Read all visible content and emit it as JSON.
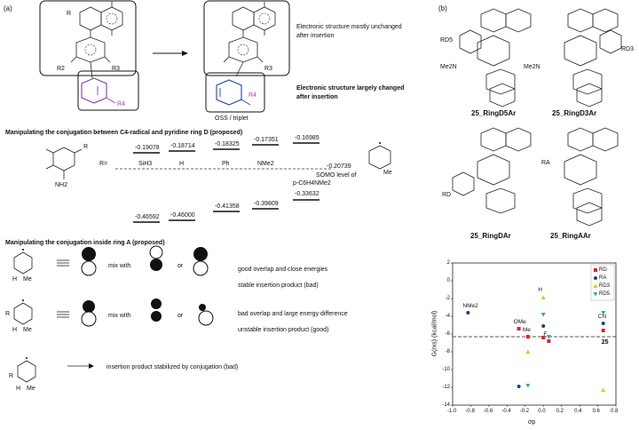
{
  "panel_a": {
    "label": "(a)",
    "note1": "Electronic structure mostly unchanged after insertion",
    "note1_l1": "Electronic structure mostly unchanged",
    "note1_l2": "after insertion",
    "note2_l1": "Electronic structure largely changed",
    "note2_l2": "after insertion",
    "oss": "OSS / triplet",
    "R": "R",
    "R2": "R2",
    "R3": "R3",
    "R4": "R4",
    "section1": "Manipulating the conjugation between C4-radical and pyridine ring D (proposed)",
    "section2": "Manipulating the conjugation inside ring A (proposed)",
    "r_label": "R=",
    "substituents": [
      "SiH3",
      "H",
      "Ph",
      "NMe2",
      "p-C6H4NMe2"
    ],
    "somo_top": [
      "-0.19078",
      "-0.18714",
      "-0.18325",
      "-0.17351",
      "-0.16985"
    ],
    "somo_bottom": [
      "-0.46592",
      "-0.46000",
      "-0.41358",
      "-0.39809",
      "-0.33632"
    ],
    "somo_ref": "-0.20739",
    "somo_ref_label": "SOMO level of",
    "nh2": "NH2",
    "mix_with": "mix with",
    "or": "or",
    "good_overlap": "good overlap and close energies",
    "stable": "stable insertion product (bad)",
    "bad_overlap": "bad overlap and large energy difference",
    "unstable": "unstable insertion product (good)",
    "stabilized": "insertion product stabilized by conjugation (bad)",
    "H": "H",
    "Me": "Me",
    "R_sub": "R"
  },
  "panel_b": {
    "label": "(b)",
    "molecules": [
      "25_RingD5Ar",
      "25_RingD3Ar",
      "25_RingDAr",
      "25_RingAAr"
    ],
    "labels": {
      "RD5": "RD5",
      "RD3": "RD3",
      "RD": "RD",
      "RA": "RA",
      "Me2N": "Me2N",
      "Me": "Me"
    }
  },
  "chart_data": {
    "type": "scatter",
    "xlabel": "σp",
    "ylabel": "G(rxs) (kcal/mol)",
    "xlim": [
      -1.0,
      0.8
    ],
    "ylim": [
      -14,
      2
    ],
    "xticks": [
      "-1.0",
      "-0.8",
      "-0.6",
      "-0.4",
      "-0.2",
      "0.0",
      "0.2",
      "0.4",
      "0.6",
      "0.8"
    ],
    "yticks": [
      "2",
      "0",
      "-2",
      "-4",
      "-6",
      "-8",
      "-10",
      "-12",
      "-14"
    ],
    "reference_line": -6.3,
    "reference_label": "25",
    "legend_position": "top-right",
    "annotations": [
      {
        "text": "NMe2",
        "x": -0.83,
        "y": -3.6
      },
      {
        "text": "OMe",
        "x": -0.27,
        "y": -5.4
      },
      {
        "text": "Me",
        "x": -0.17,
        "y": -6.3
      },
      {
        "text": "H",
        "x": 0.0,
        "y": -1.8
      },
      {
        "text": "F",
        "x": 0.06,
        "y": -6.8
      },
      {
        "text": "CN",
        "x": 0.66,
        "y": -4.8
      }
    ],
    "series": [
      {
        "name": "RD",
        "marker": "square",
        "color": "#d62728",
        "points": [
          [
            -0.27,
            -5.4
          ],
          [
            -0.17,
            -6.3
          ],
          [
            0.0,
            -6.4
          ],
          [
            0.06,
            -6.8
          ],
          [
            0.66,
            -5.6
          ]
        ]
      },
      {
        "name": "RA",
        "marker": "circle",
        "color": "#1f3a93",
        "points": [
          [
            -0.83,
            -3.6
          ],
          [
            -0.27,
            -11.9
          ],
          [
            0.0,
            -5.1
          ],
          [
            0.66,
            -4.8
          ]
        ]
      },
      {
        "name": "RD3",
        "marker": "triangle-up",
        "color": "#e8c21a",
        "points": [
          [
            -0.17,
            -8.0
          ],
          [
            0.0,
            -1.9
          ],
          [
            0.66,
            -12.3
          ]
        ]
      },
      {
        "name": "RD5",
        "marker": "triangle-down",
        "color": "#3aa8a0",
        "points": [
          [
            -0.17,
            -11.8
          ],
          [
            0.0,
            -3.8
          ],
          [
            0.06,
            -6.3
          ],
          [
            0.66,
            -3.6
          ]
        ]
      }
    ]
  }
}
